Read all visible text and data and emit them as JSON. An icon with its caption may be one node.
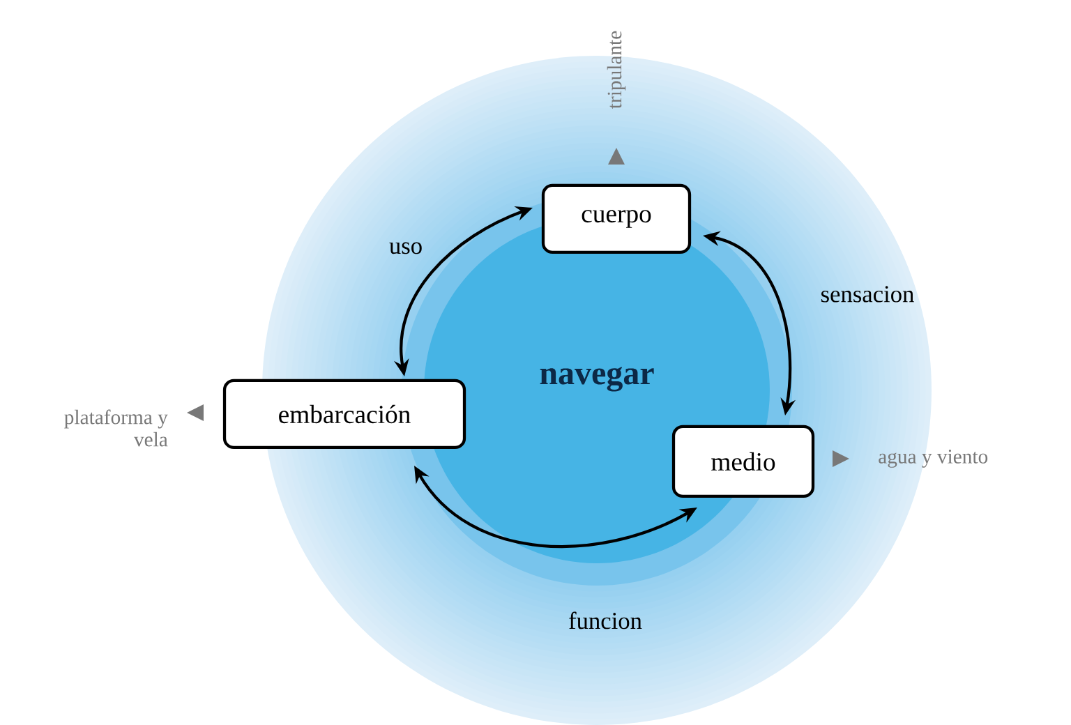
{
  "diagram": {
    "nodes": [
      {
        "text": [
          "cuerpo"
        ],
        "beside": [
          "tripulante"
        ]
      },
      {
        "text": [
          "embarcación"
        ],
        "beside": [
          "plataforma y vela"
        ]
      },
      {
        "text": [
          "medio"
        ],
        "beside": [
          "agua y viento"
        ]
      }
    ],
    "edges": [
      {
        "from": 1,
        "to": 0,
        "arrow": "both",
        "label": "uso"
      },
      {
        "from": 0,
        "to": 2,
        "arrow": "both",
        "label": "sensacion"
      },
      {
        "from": 1,
        "to": 2,
        "arrow": "both",
        "label": "funcion"
      }
    ],
    "labels": [
      "navegar"
    ]
  }
}
